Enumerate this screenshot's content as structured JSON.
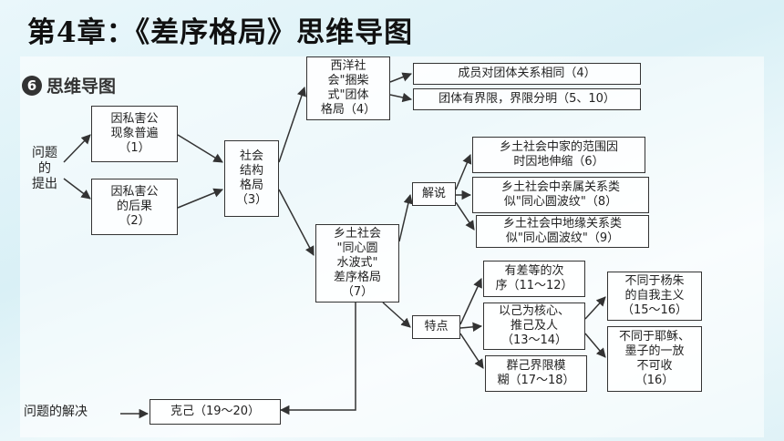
{
  "page": {
    "title": "第4章：《差序格局》思维导图",
    "brand_icon": "6",
    "brand_label": "思维导图"
  },
  "diagram": {
    "question_raise": "问题\n的\n提出",
    "question_solve": "问题的解决",
    "n_selfish1": "因私害公\n现象普遍\n（1）",
    "n_selfish2": "因私害公\n的后果\n（2）",
    "n_social": "社会\n结构\n格局\n（3）",
    "n_western": "西洋社\n会\"捆柴\n式\"团体\n格局（4）",
    "n_w1": "成员对团体关系相同（4）",
    "n_w2": "团体有界限，界限分明（5、10）",
    "n_rural": "乡土社会\n\"同心圆\n水波式\"\n差序格局\n（7）",
    "n_explain": "解说",
    "n_e1": "乡土社会中家的范围因\n时因地伸缩（6）",
    "n_e2": "乡土社会中亲属关系类\n似\"同心圆波纹\"（8）",
    "n_e3": "乡土社会中地缘关系类\n似\"同心圆波纹\"（9）",
    "n_feature": "特点",
    "n_f1": "有差等的次\n序（11～12）",
    "n_f2": "以己为核心、\n推己及人\n（13～14）",
    "n_f3": "群己界限模\n糊（17～18）",
    "n_g1": "不同于杨朱\n的自我主义\n（15～16）",
    "n_g2": "不同于耶稣、\n墨子的一放\n不可收\n（16）",
    "n_keji": "克己（19～20）"
  }
}
